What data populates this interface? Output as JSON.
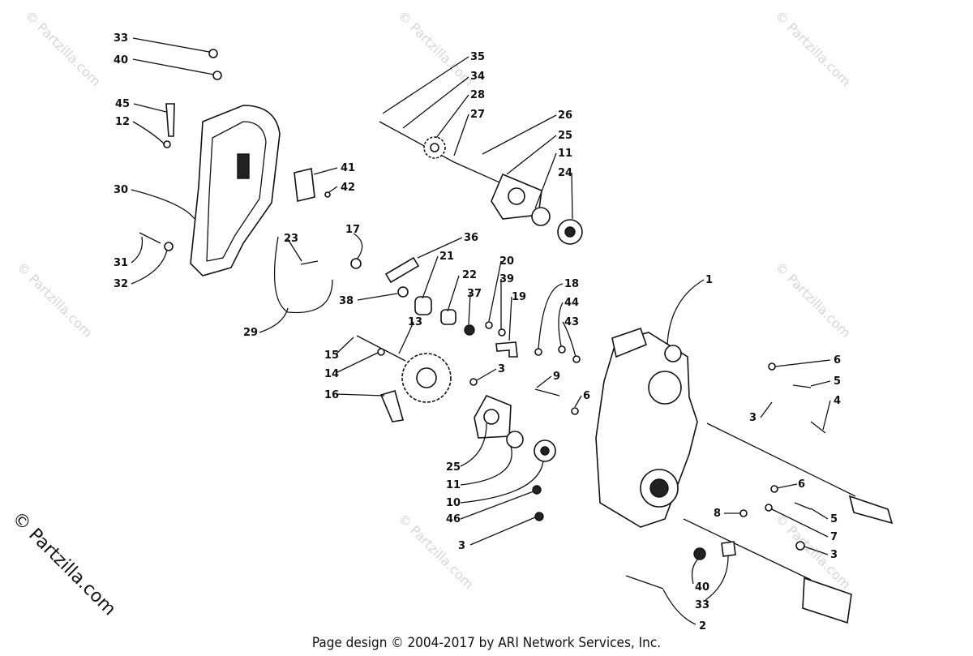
{
  "footer_text": "Page design © 2004-2017 by ARI Network Services, Inc.",
  "watermark": "© Partzilla.com",
  "side_watermark": "© Partzilla.com",
  "callouts": {
    "c33a": "33",
    "c40a": "40",
    "c45": "45",
    "c12": "12",
    "c30": "30",
    "c31": "31",
    "c32": "32",
    "c41": "41",
    "c42": "42",
    "c23": "23",
    "c29": "29",
    "c17": "17",
    "c36": "36",
    "c38": "38",
    "c21": "21",
    "c22": "22",
    "c37": "37",
    "c20": "20",
    "c39": "39",
    "c19": "19",
    "c18": "18",
    "c44": "44",
    "c43": "43",
    "c35": "35",
    "c34": "34",
    "c28": "28",
    "c27": "27",
    "c26": "26",
    "c25a": "25",
    "c11a": "11",
    "c24": "24",
    "c1": "1",
    "c13": "13",
    "c15": "15",
    "c14": "14",
    "c16": "16",
    "c3a": "3",
    "c9": "9",
    "c6a": "6",
    "c25b": "25",
    "c11b": "11",
    "c10": "10",
    "c46": "46",
    "c3b": "3",
    "c6b": "6",
    "c5a": "5",
    "c4": "4",
    "c3c": "3",
    "c6c": "6",
    "c5b": "5",
    "c8": "8",
    "c7": "7",
    "c3d": "3",
    "c40b": "40",
    "c33b": "33",
    "c2": "2"
  }
}
